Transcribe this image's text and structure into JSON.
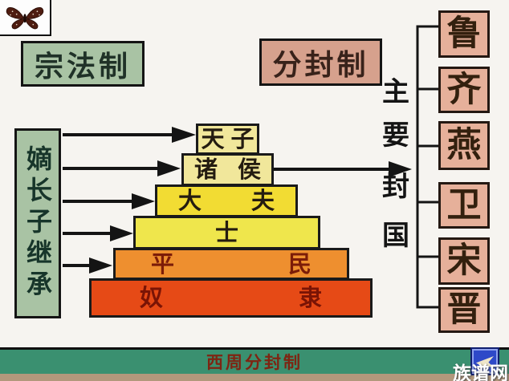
{
  "titles": {
    "clan_system": "宗法制",
    "feudal_system": "分封制"
  },
  "left_panel": {
    "label": "嫡长子继承",
    "box_color": "#a9c3a4"
  },
  "pyramid": {
    "levels": [
      {
        "label": "天子",
        "chars": [
          "天",
          "子"
        ],
        "color": "#f1e79b"
      },
      {
        "label": "诸侯",
        "chars": [
          "诸",
          "侯"
        ],
        "color": "#f1e79b"
      },
      {
        "label": "大夫",
        "chars": [
          "大",
          "夫"
        ],
        "color": "#f2dc33"
      },
      {
        "label": "士",
        "chars": [
          "士"
        ],
        "color": "#efe64c"
      },
      {
        "label": "平民",
        "chars": [
          "平",
          "民"
        ],
        "color": "#ee8f2f"
      },
      {
        "label": "奴隶",
        "chars": [
          "奴",
          "隶"
        ],
        "color": "#e64a16"
      }
    ]
  },
  "right_panel": {
    "label": "主要封国",
    "label_chars": [
      "主",
      "要",
      "封",
      "国"
    ],
    "states": [
      {
        "name": "鲁"
      },
      {
        "name": "齐"
      },
      {
        "name": "燕"
      },
      {
        "name": "卫"
      },
      {
        "name": "宋"
      },
      {
        "name": "晋"
      }
    ],
    "state_box_color": "#e6b09a"
  },
  "footer": {
    "caption": "西周分封制",
    "bar_color": "#3a9070",
    "watermark": "族谱网"
  },
  "decor": {
    "butterfly_icon": "butterfly"
  }
}
